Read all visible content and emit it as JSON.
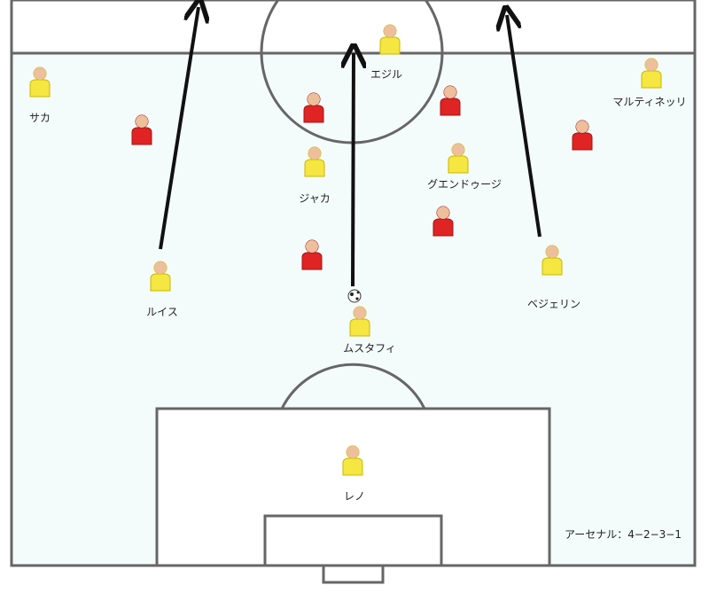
{
  "colors": {
    "field_fill": "#f4fbfb",
    "lines": "#666666",
    "team_shirt": "#f5e642",
    "team_shirt_stroke": "#c9b800",
    "opponent_shirt": "#e02323",
    "opponent_shirt_stroke": "#a51414",
    "skin": "#edbf9d",
    "arrow": "#111111"
  },
  "formation_label": "アーセナル：4−2−3−1",
  "players": [
    {
      "id": "saka",
      "name": "サカ"
    },
    {
      "id": "ozil",
      "name": "エジル"
    },
    {
      "id": "martinelli",
      "name": "マルティネッリ"
    },
    {
      "id": "xhaka",
      "name": "ジャカ"
    },
    {
      "id": "guendouzi",
      "name": "グエンドゥージ"
    },
    {
      "id": "luiz",
      "name": "ルイス"
    },
    {
      "id": "bellerin",
      "name": "ベジェリン"
    },
    {
      "id": "mustafi",
      "name": "ムスタフィ"
    },
    {
      "id": "leno",
      "name": "レノ"
    }
  ]
}
